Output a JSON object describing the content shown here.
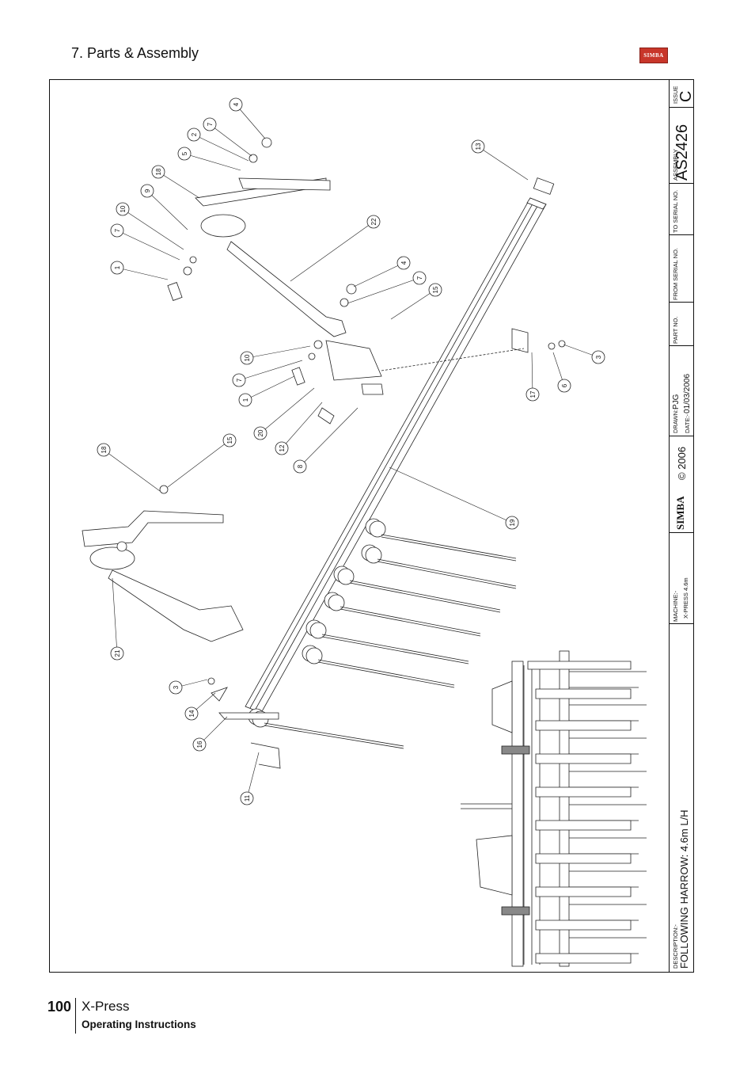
{
  "header": {
    "section_title": "7. Parts & Assembly",
    "logo_text": "SIMBA"
  },
  "title_block": {
    "issue_label": "ISSUE",
    "issue_value": "C",
    "assembly_label": "ASSEMBLY",
    "assembly_value": "AS2426",
    "to_serial_label": "TO SERIAL NO.",
    "from_serial_label": "FROM SERIAL NO.",
    "part_no_label": "PART NO.",
    "drawn_label": "DRAWN:-",
    "drawn_value": "PJG",
    "date_label": "DATE:-",
    "date_value": "01/03/2006",
    "copyright": "© 2006",
    "brand": "SIMBA",
    "machine_label": "MACHINE:-",
    "machine_value": "X-PRESS 4.6m",
    "description_label": "DESCRIPTION:-",
    "description_value": "FOLLOWING HARROW: 4.6m L/H"
  },
  "callouts": [
    "4",
    "7",
    "2",
    "5",
    "18",
    "9",
    "10",
    "7",
    "1",
    "13",
    "22",
    "4",
    "7",
    "15",
    "10",
    "7",
    "1",
    "20",
    "12",
    "8",
    "3",
    "6",
    "17",
    "18",
    "15",
    "19",
    "21",
    "3",
    "14",
    "16",
    "11"
  ],
  "footer": {
    "page_number": "100",
    "product": "X-Press",
    "subtitle": "Operating Instructions"
  }
}
